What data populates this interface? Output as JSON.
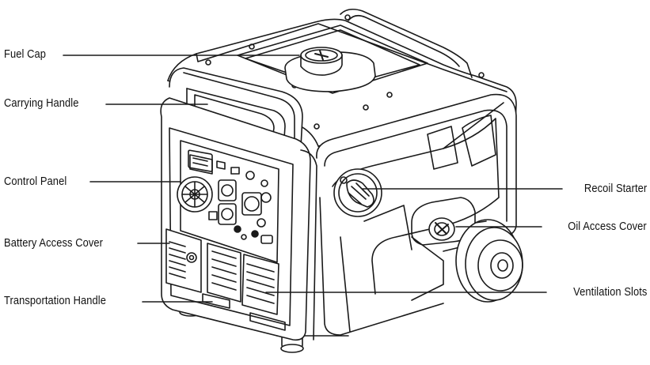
{
  "labels": {
    "fuel_cap": "Fuel Cap",
    "carrying_handle": "Carrying Handle",
    "control_panel": "Control Panel",
    "battery_access_cover": "Battery Access Cover",
    "transportation_handle": "Transportation Handle",
    "recoil_starter": "Recoil Starter",
    "oil_access_cover": "Oil Access Cover",
    "ventilation_slots": "Ventilation Slots"
  },
  "colors": {
    "line": "#1a1a1a",
    "background": "#ffffff"
  }
}
